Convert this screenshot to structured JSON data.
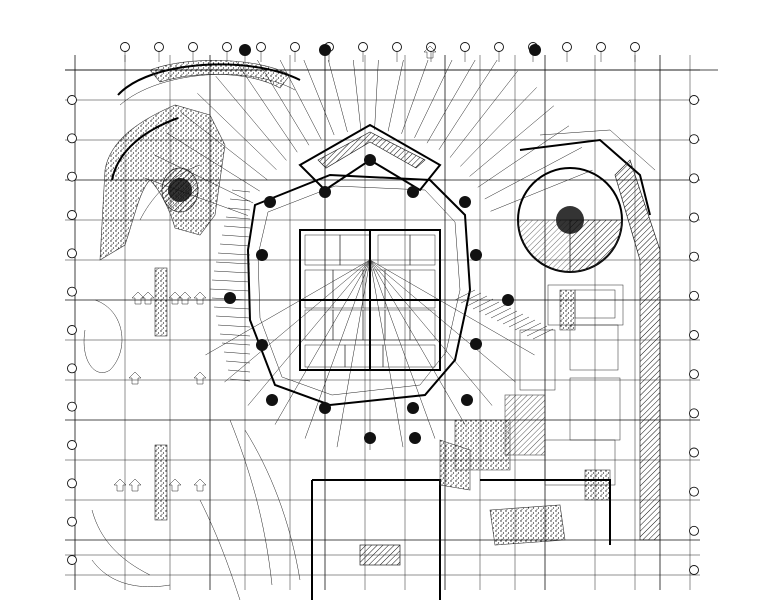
{
  "drawing": {
    "kind": "architectural-floor-plan",
    "background": "#ffffff",
    "ink": "#000000",
    "grid": {
      "top_bubble_count": 16,
      "left_bubble_count": 13,
      "right_bubble_count": 13
    },
    "symbols": {
      "column": "filled-circle",
      "axis_bubble": "open-circle",
      "direction_arrow": "open-arrow",
      "fill_patterns": [
        "hatch",
        "stipple"
      ]
    }
  }
}
